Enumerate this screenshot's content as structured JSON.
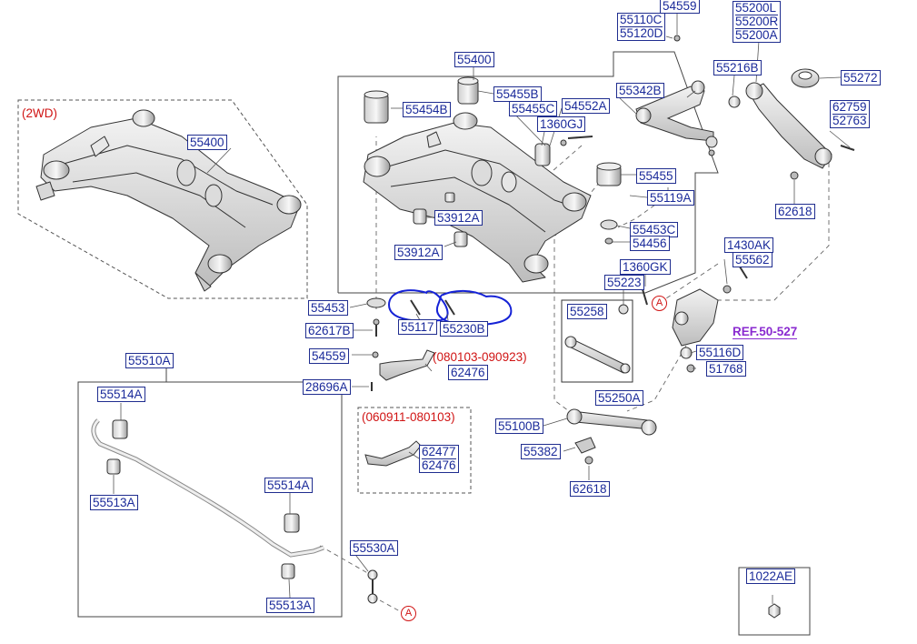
{
  "labels": [
    {
      "id": "54559-top",
      "lines": [
        "54559"
      ]
    },
    {
      "id": "55110c",
      "lines": [
        "55110C",
        "55120D"
      ]
    },
    {
      "id": "55200l",
      "lines": [
        "55200L",
        "55200R",
        "55200A"
      ]
    },
    {
      "id": "55400-top",
      "lines": [
        "55400"
      ]
    },
    {
      "id": "55216b",
      "lines": [
        "55216B"
      ]
    },
    {
      "id": "55272",
      "lines": [
        "55272"
      ]
    },
    {
      "id": "55455b",
      "lines": [
        "55455B"
      ]
    },
    {
      "id": "55454b",
      "lines": [
        "55454B"
      ]
    },
    {
      "id": "55455c",
      "lines": [
        "55455C"
      ]
    },
    {
      "id": "54552a",
      "lines": [
        "54552A"
      ]
    },
    {
      "id": "55342b",
      "lines": [
        "55342B"
      ]
    },
    {
      "id": "1360gj",
      "lines": [
        "1360GJ"
      ]
    },
    {
      "id": "62759",
      "lines": [
        "62759",
        "52763"
      ]
    },
    {
      "id": "55400-left",
      "lines": [
        "55400"
      ]
    },
    {
      "id": "55455",
      "lines": [
        "55455"
      ]
    },
    {
      "id": "55119a",
      "lines": [
        "55119A"
      ]
    },
    {
      "id": "62618-right",
      "lines": [
        "62618"
      ]
    },
    {
      "id": "53912a-1",
      "lines": [
        "53912A"
      ]
    },
    {
      "id": "53912a-2",
      "lines": [
        "53912A"
      ]
    },
    {
      "id": "55453c",
      "lines": [
        "55453C"
      ]
    },
    {
      "id": "54456",
      "lines": [
        "54456"
      ]
    },
    {
      "id": "1430ak",
      "lines": [
        "1430AK"
      ]
    },
    {
      "id": "1360gk",
      "lines": [
        "1360GK"
      ]
    },
    {
      "id": "55562",
      "lines": [
        "55562"
      ]
    },
    {
      "id": "55223",
      "lines": [
        "55223"
      ]
    },
    {
      "id": "55453",
      "lines": [
        "55453"
      ]
    },
    {
      "id": "55117",
      "lines": [
        "55117"
      ]
    },
    {
      "id": "55230b",
      "lines": [
        "55230B"
      ]
    },
    {
      "id": "55258",
      "lines": [
        "55258"
      ]
    },
    {
      "id": "62617b",
      "lines": [
        "62617B"
      ]
    },
    {
      "id": "54559-mid",
      "lines": [
        "54559"
      ]
    },
    {
      "id": "55116d",
      "lines": [
        "55116D"
      ]
    },
    {
      "id": "51768",
      "lines": [
        "51768"
      ]
    },
    {
      "id": "55510a",
      "lines": [
        "55510A"
      ]
    },
    {
      "id": "62476-a",
      "lines": [
        "62476"
      ]
    },
    {
      "id": "28696a",
      "lines": [
        "28696A"
      ]
    },
    {
      "id": "55250a",
      "lines": [
        "55250A"
      ]
    },
    {
      "id": "55514a-1",
      "lines": [
        "55514A"
      ]
    },
    {
      "id": "55100b",
      "lines": [
        "55100B"
      ]
    },
    {
      "id": "62477",
      "lines": [
        "62477",
        "62476"
      ]
    },
    {
      "id": "55382",
      "lines": [
        "55382"
      ]
    },
    {
      "id": "55513a-1",
      "lines": [
        "55513A"
      ]
    },
    {
      "id": "55514a-2",
      "lines": [
        "55514A"
      ]
    },
    {
      "id": "62618-bottom",
      "lines": [
        "62618"
      ]
    },
    {
      "id": "55530a",
      "lines": [
        "55530A"
      ]
    },
    {
      "id": "1022ae",
      "lines": [
        "1022AE"
      ]
    },
    {
      "id": "55513a-2",
      "lines": [
        "55513A"
      ]
    }
  ],
  "notes": {
    "twowd": "(2WD)",
    "range_a": "(080103-090923)",
    "range_b": "(060911-080103)",
    "ref": "REF.50-527",
    "marker": "A"
  },
  "colors": {
    "label_border": "#1f2d8f",
    "label_text": "#1a2a9a",
    "note_red": "#d01414",
    "ref_purple": "#8a2ad0",
    "annotation_blue": "#1522d6"
  }
}
